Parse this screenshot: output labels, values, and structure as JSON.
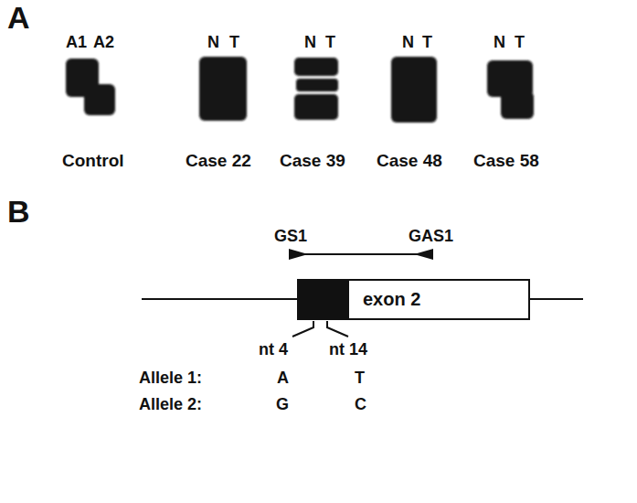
{
  "diagram": {
    "nodes": [
      {
        "text": [
          "exon 2"
        ]
      }
    ],
    "labels": [
      "A",
      "A1",
      "A2",
      "N",
      "T",
      "N",
      "T",
      "N",
      "T",
      "N",
      "T",
      "Control",
      "Case 22",
      "Case 39",
      "Case 48",
      "Case 58",
      "B",
      "GS1",
      "GAS1",
      "nt 4",
      "nt 14",
      "Allele 1:",
      "A",
      "T",
      "Allele 2:",
      "G",
      "C"
    ]
  }
}
